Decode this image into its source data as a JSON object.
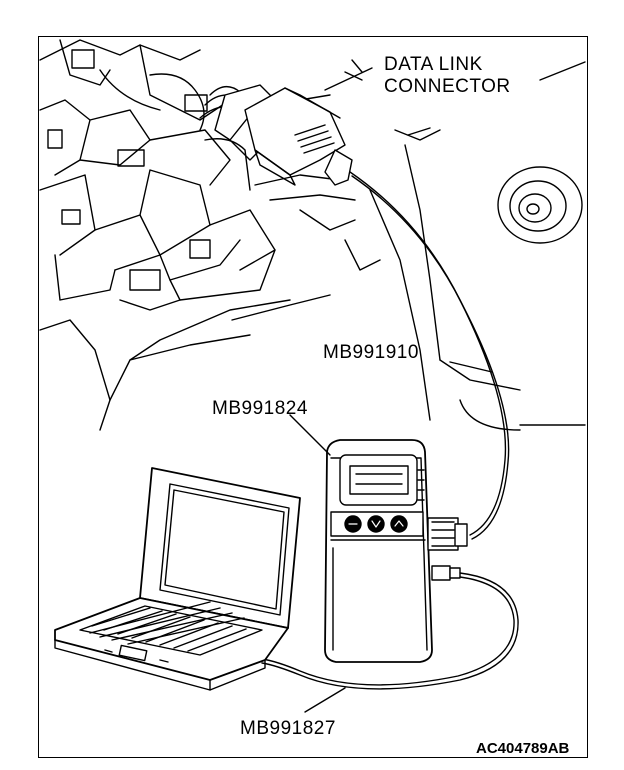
{
  "labels": {
    "dlc_line1": "DATA LINK",
    "dlc_line2": "CONNECTOR",
    "cable_910": "MB991910",
    "tester_824": "MB991824",
    "cable_827": "MB991827",
    "figure_id": "AC404789AB"
  }
}
